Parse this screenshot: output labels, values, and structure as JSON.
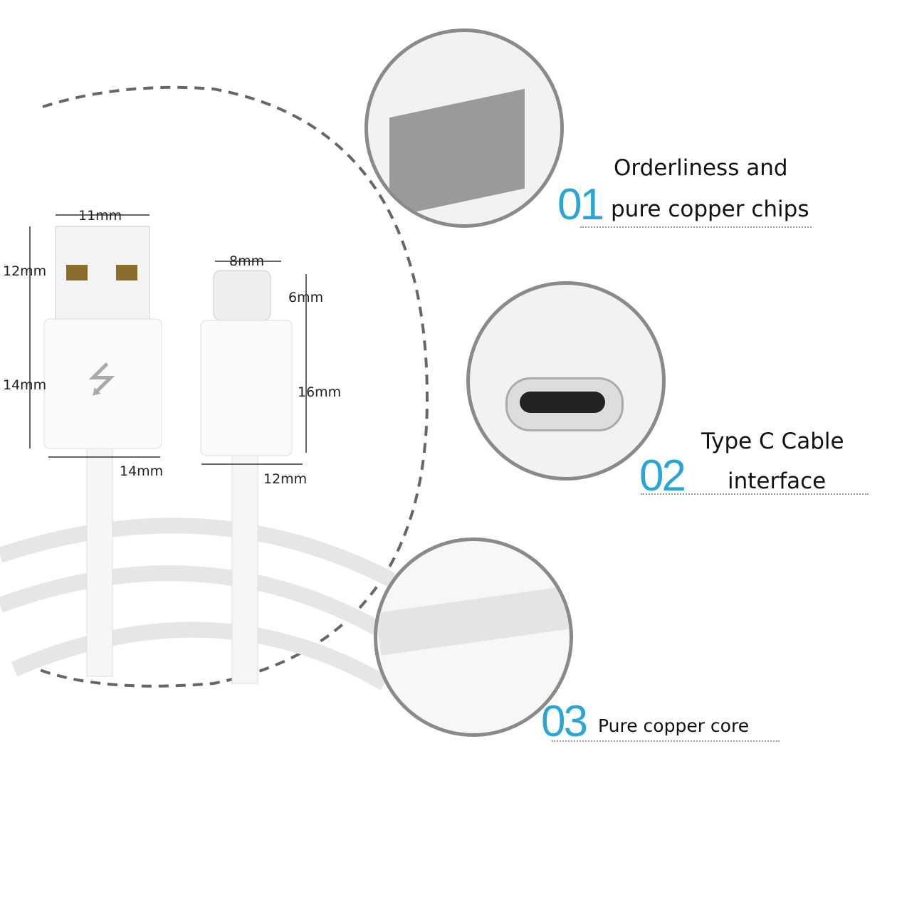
{
  "dimensions": {
    "usb_width": "11mm",
    "usb_plug_len": "12mm",
    "usb_body_len": "14mm",
    "usb_body_width": "14mm",
    "c_width": "8mm",
    "c_plug_len": "6mm",
    "c_body_len": "16mm",
    "c_body_width": "12mm"
  },
  "features": [
    {
      "number": "01",
      "line1": "Orderliness and",
      "line2": "pure copper chips"
    },
    {
      "number": "02",
      "line1": "Type C Cable",
      "line2": "interface"
    },
    {
      "number": "03",
      "line1": "Pure copper core"
    }
  ],
  "colors": {
    "accent": "#2aa6d6"
  }
}
